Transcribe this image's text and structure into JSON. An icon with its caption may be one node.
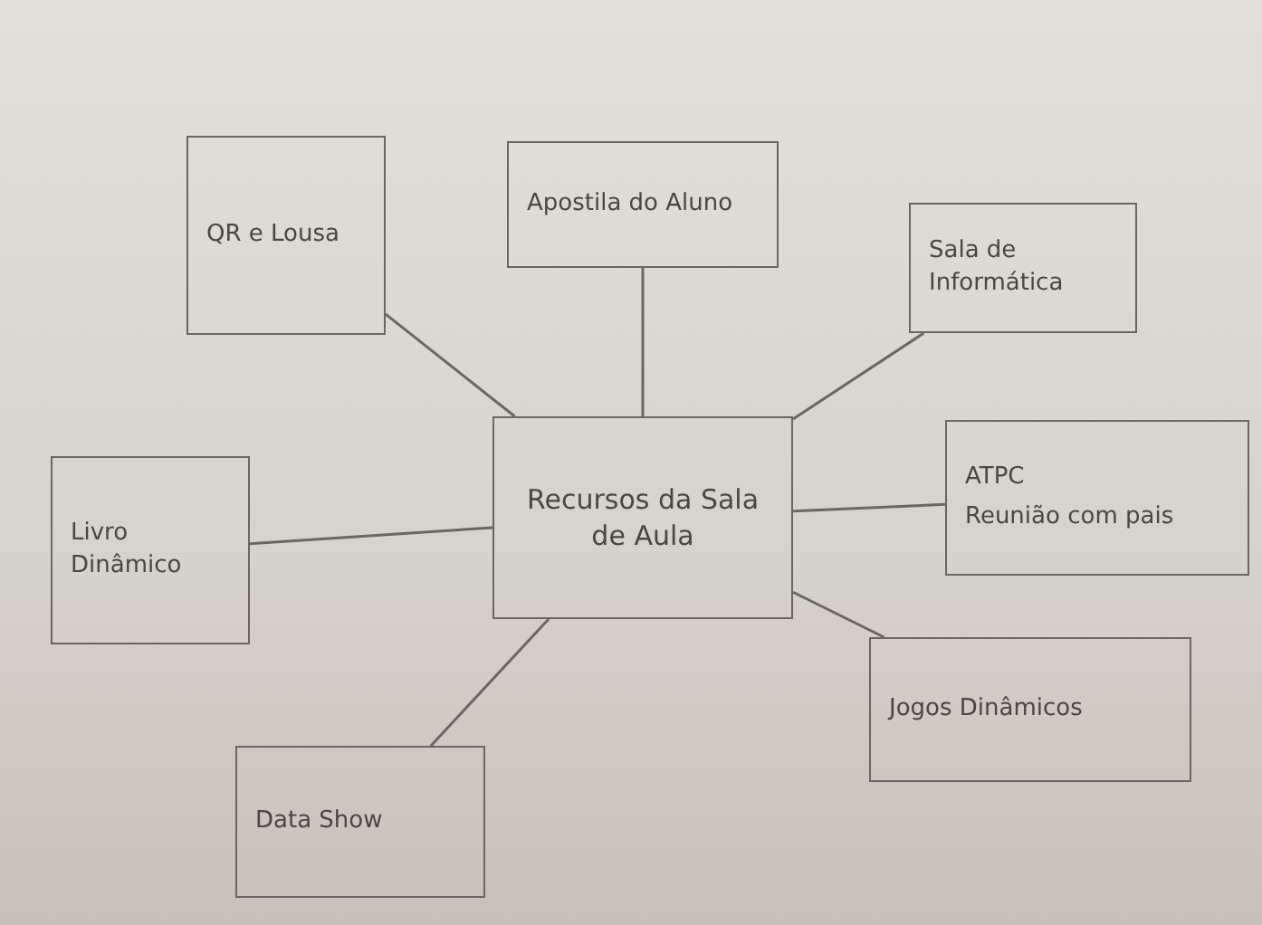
{
  "diagram": {
    "nodes": [
      {
        "text": [
          "Recursos da Sala de Aula"
        ]
      },
      {
        "text": [
          "QR e Lousa"
        ]
      },
      {
        "text": [
          "Apostila do Aluno"
        ]
      },
      {
        "text": [
          "Sala de Informática"
        ]
      },
      {
        "text": [
          "Livro Dinâmico"
        ]
      },
      {
        "text": [
          "ATPC",
          "Reunião com pais"
        ]
      },
      {
        "text": [
          "Data Show"
        ]
      },
      {
        "text": [
          "Jogos Dinâmicos"
        ]
      }
    ],
    "edges": [
      {
        "from": 0,
        "to": 1,
        "arrow": "none"
      },
      {
        "from": 0,
        "to": 2,
        "arrow": "none"
      },
      {
        "from": 0,
        "to": 3,
        "arrow": "none"
      },
      {
        "from": 0,
        "to": 4,
        "arrow": "none"
      },
      {
        "from": 0,
        "to": 5,
        "arrow": "none"
      },
      {
        "from": 0,
        "to": 6,
        "arrow": "none"
      },
      {
        "from": 0,
        "to": 7,
        "arrow": "none"
      }
    ]
  }
}
